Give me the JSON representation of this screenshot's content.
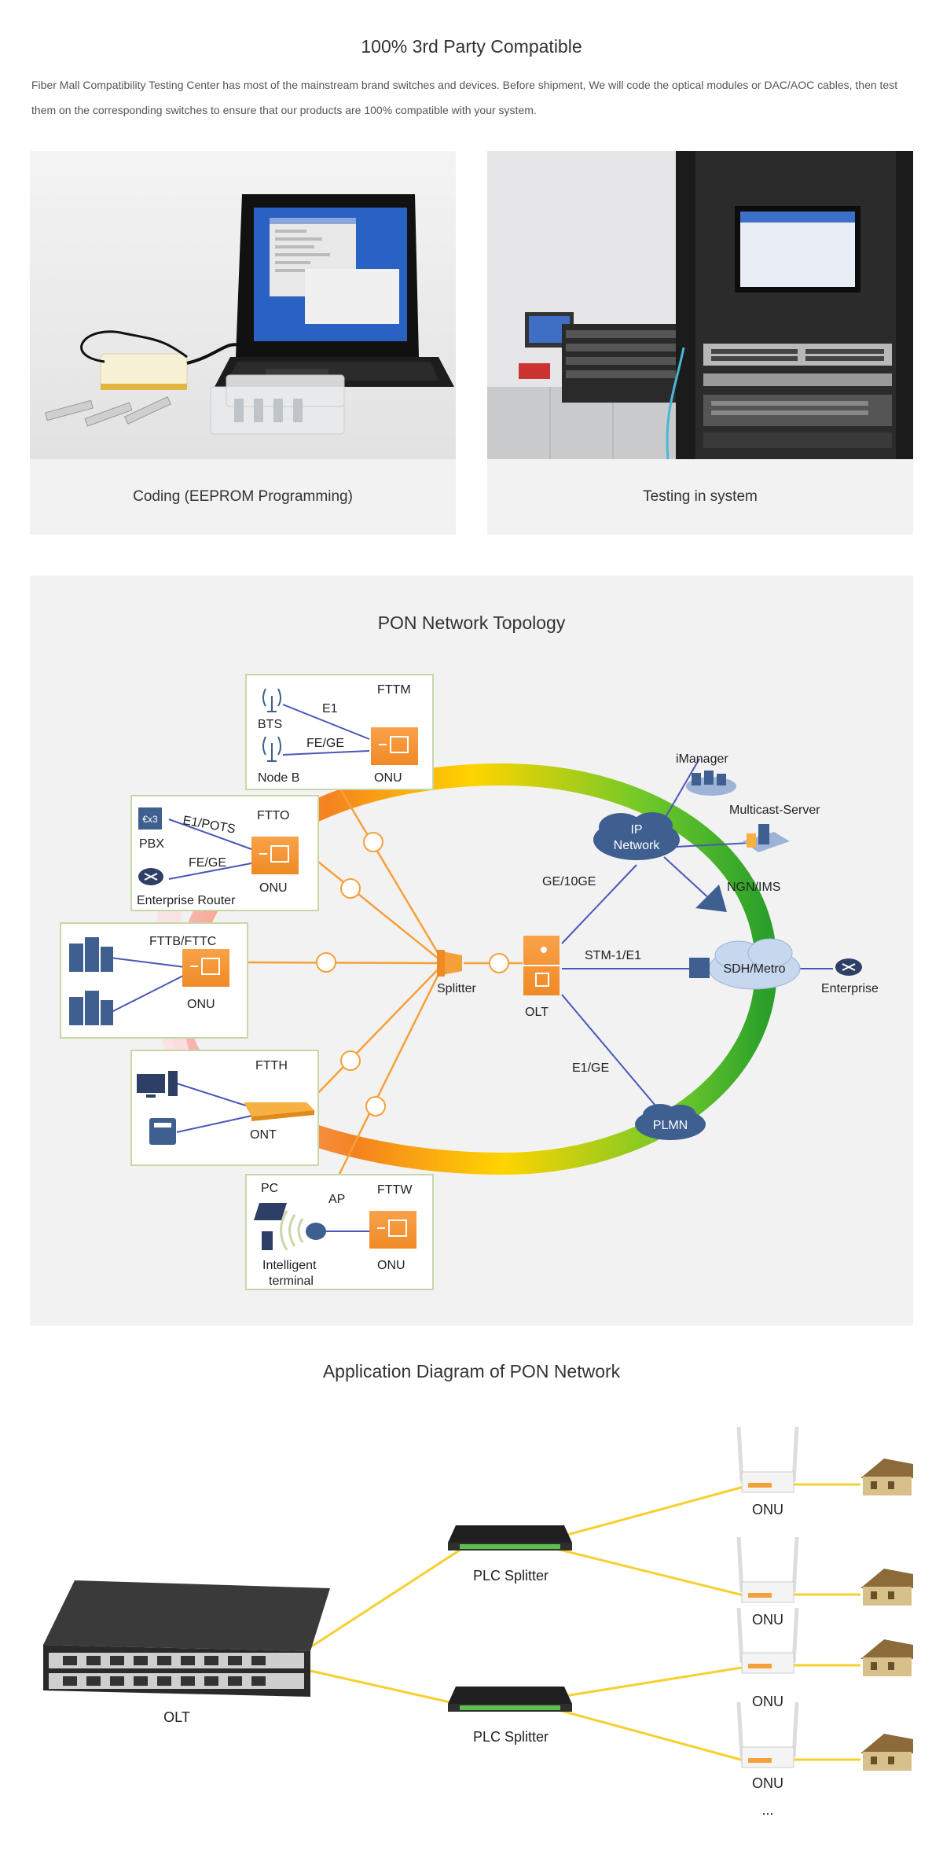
{
  "header": {
    "title": "100% 3rd Party Compatible",
    "intro": "Fiber Mall Compatibility Testing Center has most of the mainstream brand switches and devices. Before shipment, We will code the optical modules or DAC/AOC cables, then test them on the corresponding switches to ensure that our products are 100% compatible with your system."
  },
  "cards": [
    {
      "caption": "Coding (EEPROM Programming)"
    },
    {
      "caption": "Testing in system"
    }
  ],
  "topology": {
    "title": "PON Network Topology",
    "fttm": {
      "label": "FTTM",
      "bts": "BTS",
      "nodeb": "Node B",
      "e1": "E1",
      "fege": "FE/GE",
      "onu": "ONU"
    },
    "ftto": {
      "label": "FTTO",
      "pbx": "PBX",
      "router": "Enterprise Router",
      "e1pots": "E1/POTS",
      "fege": "FE/GE",
      "onu": "ONU"
    },
    "fttb": {
      "label": "FTTB/FTTC",
      "onu": "ONU"
    },
    "ftth": {
      "label": "FTTH",
      "ont": "ONT"
    },
    "fttw": {
      "label": "FTTW",
      "pc": "PC",
      "ap": "AP",
      "terminal_line1": "Intelligent",
      "terminal_line2": "terminal",
      "onu": "ONU"
    },
    "splitter": "Splitter",
    "olt": "OLT",
    "ip_line1": "IP",
    "ip_line2": "Network",
    "imanager": "iManager",
    "multicast": "Multicast-Server",
    "ngn": "NGN/IMS",
    "sdh": "SDH/Metro",
    "enterprise": "Enterprise",
    "plmn": "PLMN",
    "ge10ge": "GE/10GE",
    "stm": "STM-1/E1",
    "e1ge": "E1/GE"
  },
  "application": {
    "title": "Application Diagram of PON Network",
    "olt": "OLT",
    "splitter1": "PLC Splitter",
    "splitter2": "PLC Splitter",
    "onu": [
      "ONU",
      "ONU",
      "ONU",
      "ONU"
    ],
    "ellipsis": "..."
  }
}
